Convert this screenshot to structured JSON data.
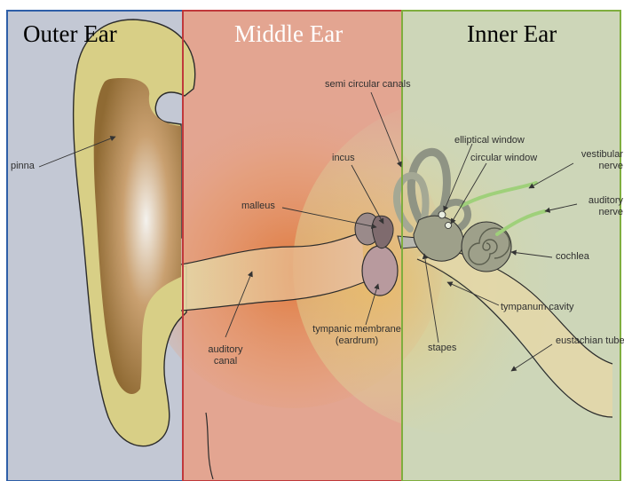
{
  "regions": {
    "outer": {
      "title": "Outer Ear",
      "border_color": "#2e5fa8",
      "title_color": "#000000"
    },
    "middle": {
      "title": "Middle Ear",
      "border_color": "#c0393b",
      "title_color": "#ffffff"
    },
    "inner": {
      "title": "Inner Ear",
      "border_color": "#7fae3e",
      "title_color": "#000000"
    }
  },
  "labels": {
    "pinna": "pinna",
    "semi_circular_canals": "semi circular canals",
    "elliptical_window": "elliptical window",
    "circular_window": "circular window",
    "vestibular_nerve_1": "vestibular",
    "vestibular_nerve_2": "nerve",
    "incus": "incus",
    "auditory_nerve_1": "auditory",
    "auditory_nerve_2": "nerve",
    "malleus": "malleus",
    "cochlea": "cochlea",
    "tympanum_cavity": "tympanum cavity",
    "tympanic_membrane_1": "tympanic membrane",
    "tympanic_membrane_2": "(eardrum)",
    "eustachian_tube": "eustachian tube",
    "auditory_canal_1": "auditory",
    "auditory_canal_2": "canal",
    "stapes": "stapes"
  },
  "colors": {
    "outer_panel": "#c3c8d4",
    "middle_panel": "#e3a591",
    "inner_panel": "#cdd6b8",
    "pinna_fill": "#d8cf86",
    "bone": "#9a8a8a",
    "cochlea": "#9ea08a",
    "nerve": "#9fd07a"
  }
}
